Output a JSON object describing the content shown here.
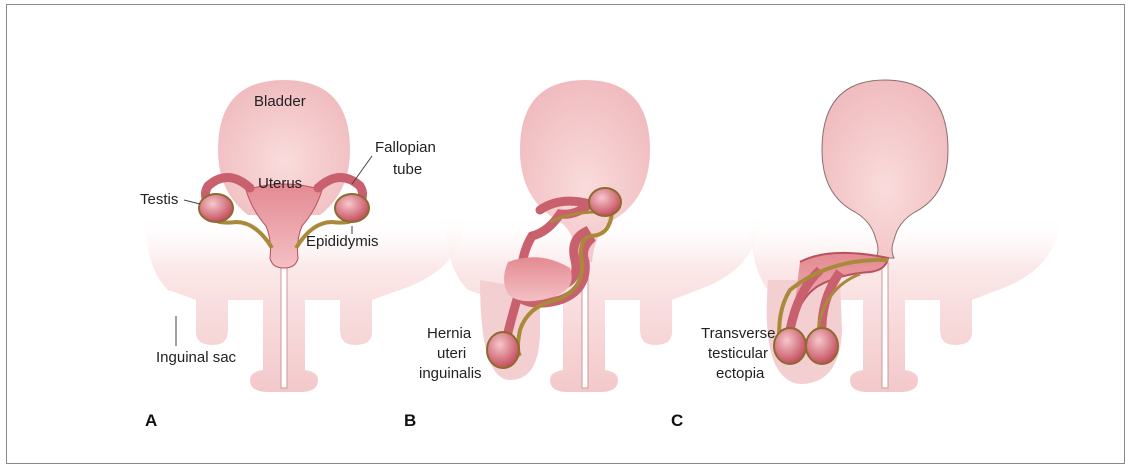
{
  "panels": [
    {
      "letter": "A",
      "labels": {
        "bladder": "Bladder",
        "fallopian_tube": "Fallopian\ntube",
        "fallopian_1": "Fallopian",
        "fallopian_2": "tube",
        "uterus": "Uterus",
        "testis": "Testis",
        "epididymis": "Epididymis",
        "inguinal_sac": "Inguinal sac"
      }
    },
    {
      "letter": "B",
      "labels": {
        "hernia_1": "Hernia",
        "hernia_2": "uteri",
        "hernia_3": "inguinalis"
      }
    },
    {
      "letter": "C",
      "labels": {
        "tte_1": "Transverse",
        "tte_2": "testicular",
        "tte_3": "ectopia"
      }
    }
  ],
  "colors": {
    "body_light": "#fbe7e7",
    "body_mid": "#f1c2c4",
    "organ": "#d9767f",
    "organ_dark": "#b24a57",
    "epididymis": "#a88a3a",
    "outline": "#6b5a5a"
  }
}
